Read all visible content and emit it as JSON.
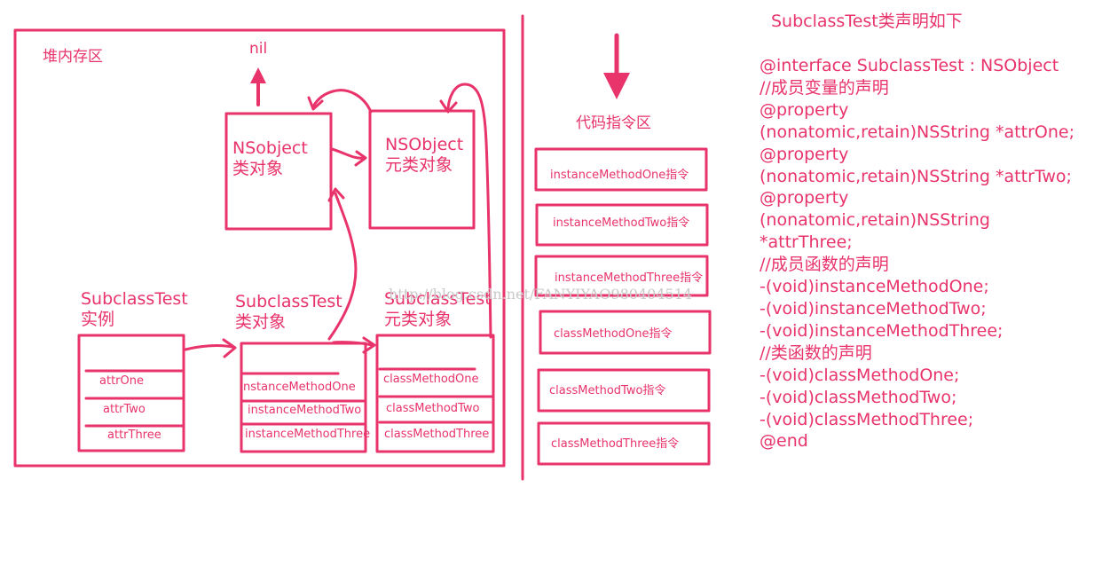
{
  "heap": {
    "title": "堆内存区",
    "nil_label": "nil",
    "nsobject_class": {
      "line1": "NSobject",
      "line2": "类对象"
    },
    "nsobject_meta": {
      "line1": "NSObject",
      "line2": "元类对象"
    },
    "instance": {
      "line1": "SubclassTest",
      "line2": "实例",
      "rows": [
        "attrOne",
        "attrTwo",
        "attrThree"
      ]
    },
    "class_object": {
      "line1": "SubclassTest",
      "line2": "类对象",
      "rows": [
        "nstanceMethodOne",
        "instanceMethodTwo",
        "instanceMethodThree"
      ]
    },
    "meta_object": {
      "line1": "SubclassTest",
      "line2": "元类对象",
      "rows": [
        "classMethodOne",
        "classMethodTwo",
        "classMethodThree"
      ]
    }
  },
  "code_area": {
    "title": "代码指令区",
    "instructions": [
      "instanceMethodOne指令",
      "instanceMethodTwo指令",
      "instanceMethodThree指令",
      "classMethodOne指令",
      "classMethodTwo指令",
      "classMethodThree指令"
    ]
  },
  "declaration": {
    "title": "SubclassTest类声明如下",
    "lines": [
      "@interface SubclassTest : NSObject",
      "//成员变量的声明",
      "@property",
      "(nonatomic,retain)NSString *attrOne;",
      "@property",
      "(nonatomic,retain)NSString *attrTwo;",
      "@property",
      "(nonatomic,retain)NSString",
      "*attrThree;",
      "//成员函数的声明",
      "-(void)instanceMethodOne;",
      "-(void)instanceMethodTwo;",
      "-(void)instanceMethodThree;",
      "//类函数的声明",
      "-(void)classMethodOne;",
      "-(void)classMethodTwo;",
      "-(void)classMethodThree;",
      "@end"
    ]
  },
  "watermark": "http://blog.csdn.net/FANYIYAO980404514",
  "colors": {
    "accent": "#e8336b",
    "watermark": "#c9c9c9"
  }
}
